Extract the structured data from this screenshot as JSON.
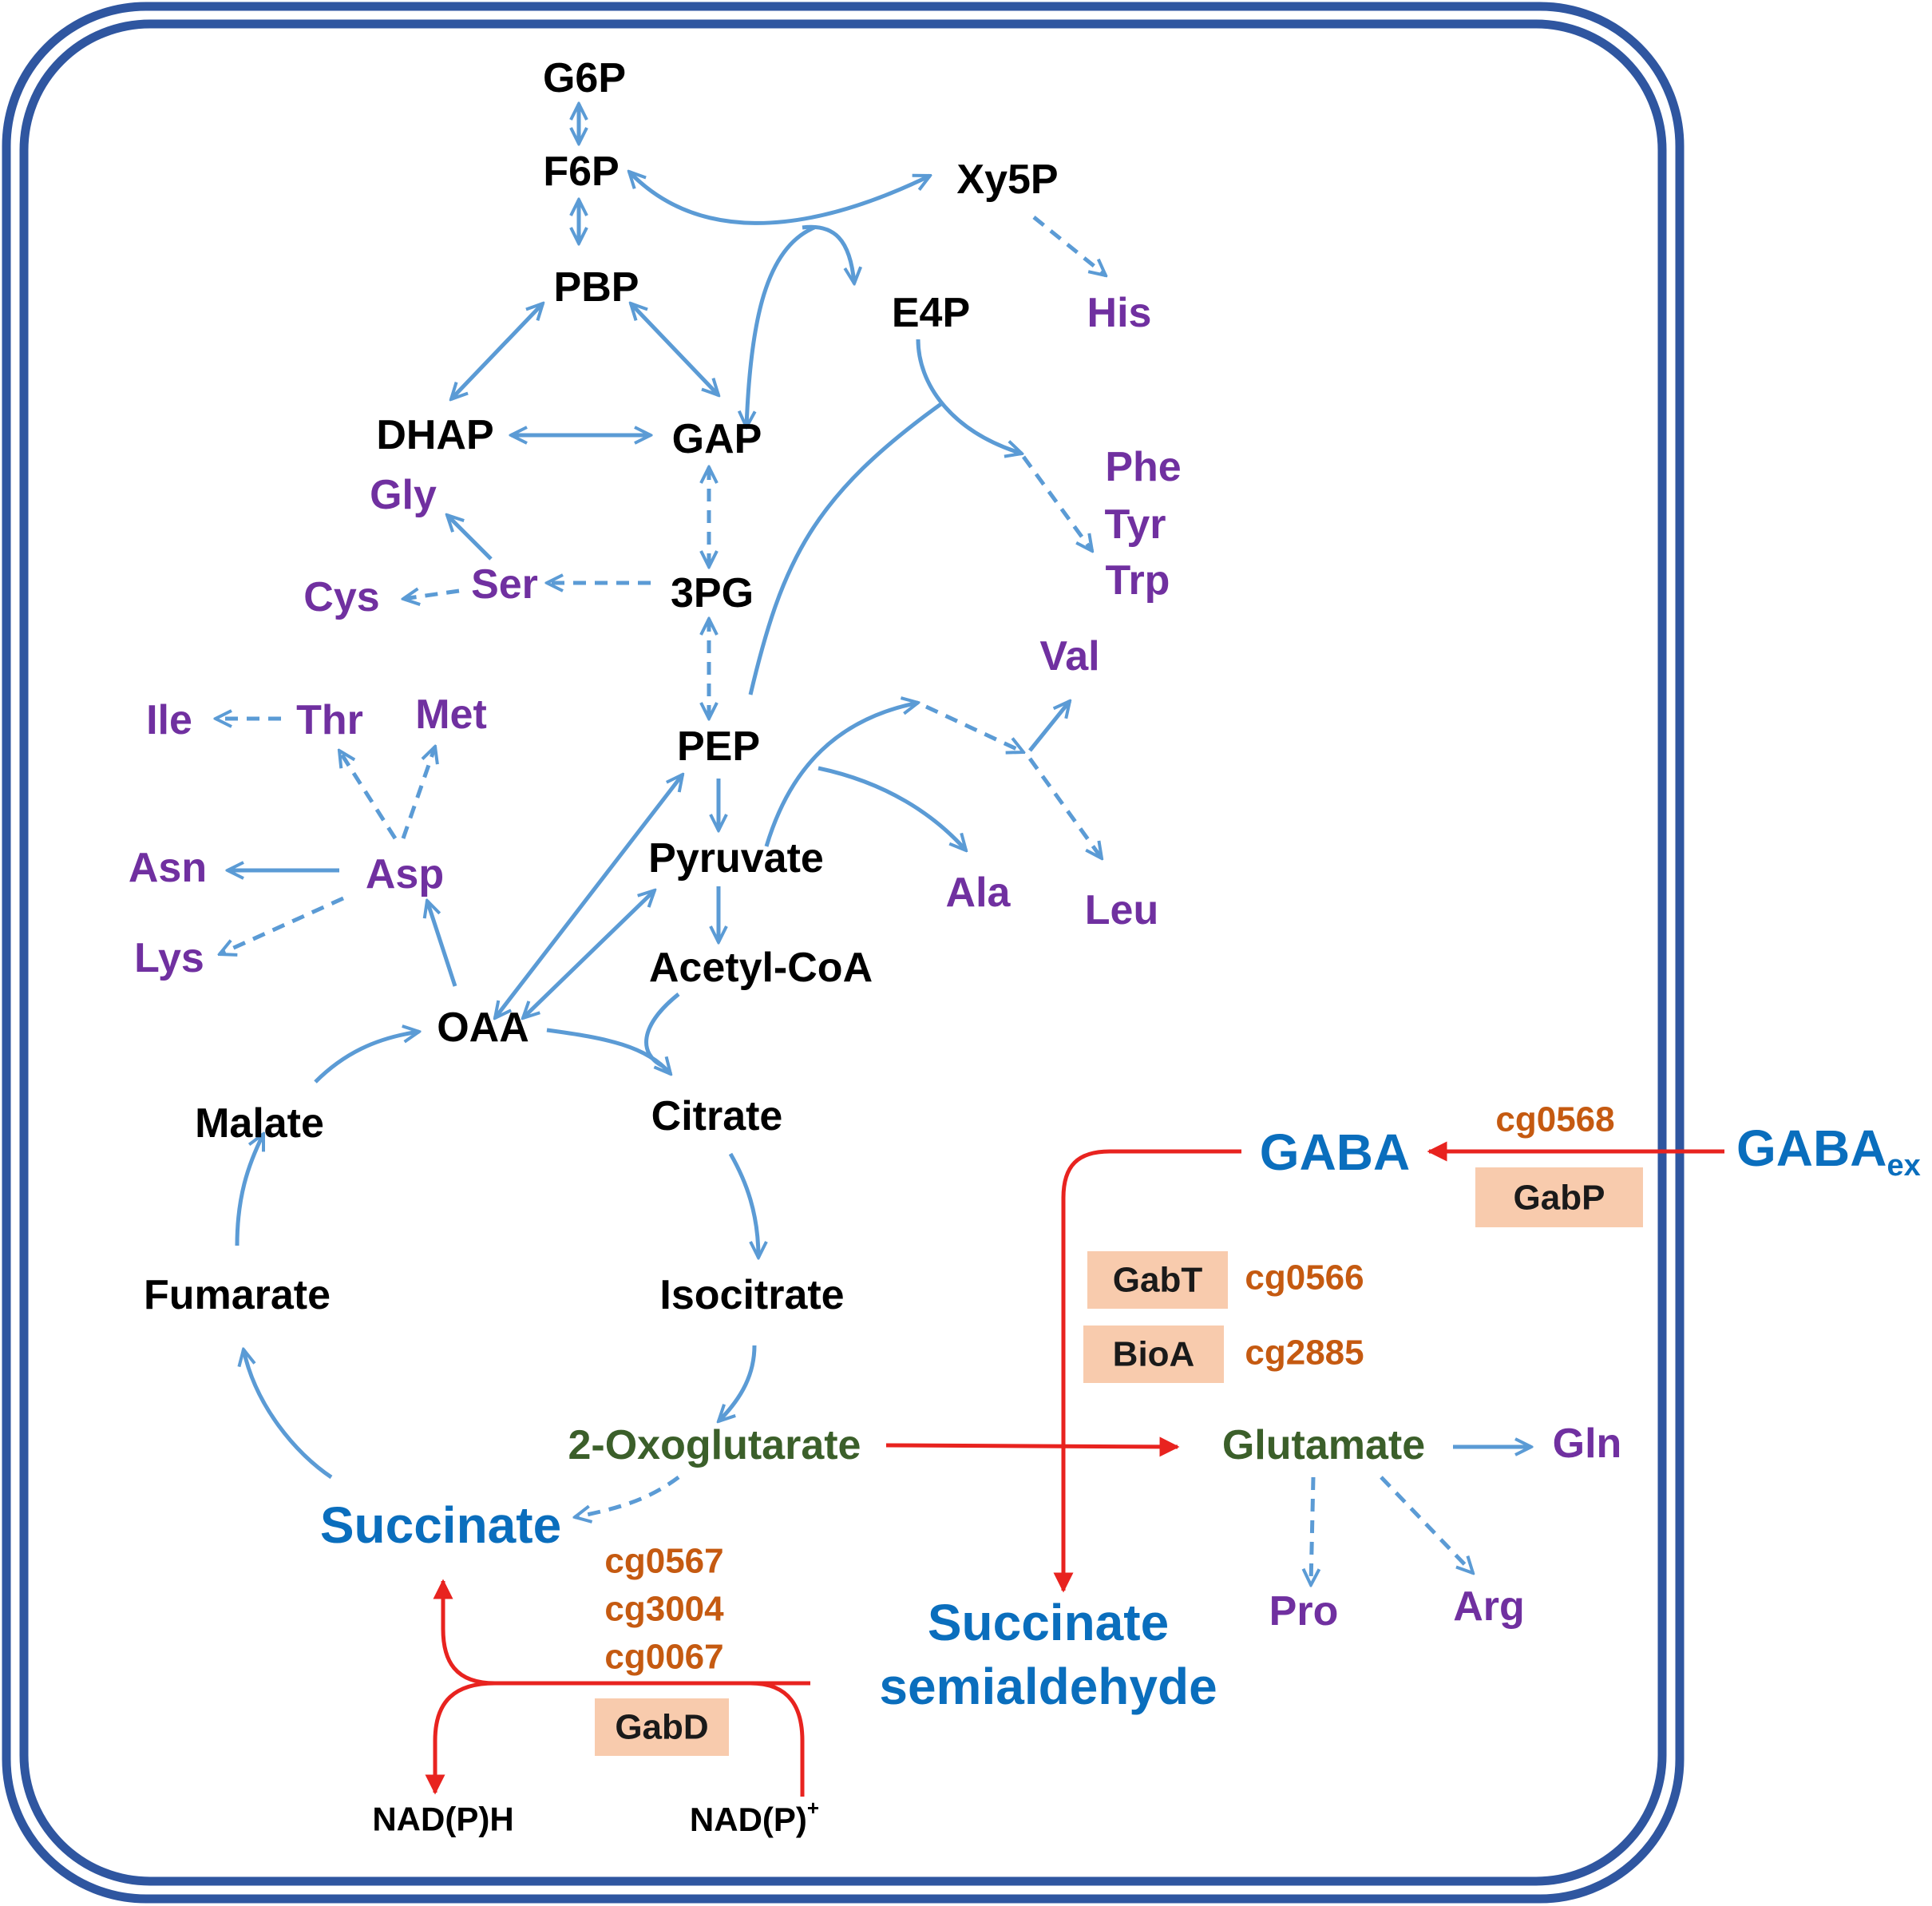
{
  "colors": {
    "border": "#2f56a0",
    "arrow": "#5b9bd5",
    "red_arrow": "#e8231f",
    "metabolite": "#000000",
    "amino_acid": "#7030a0",
    "gaba_pathway": "#0a6ebd",
    "glutamate_family": "#3b5f2a",
    "gene": "#c55a11",
    "enzyme_box": "#f8cbad"
  },
  "metabolites": {
    "g6p": "G6P",
    "f6p": "F6P",
    "xy5p": "Xy5P",
    "pbp": "PBP",
    "e4p": "E4P",
    "dhap": "DHAP",
    "gap": "GAP",
    "pg3": "3PG",
    "pep": "PEP",
    "pyruvate": "Pyruvate",
    "acetyl_coa": "Acetyl-CoA",
    "oaa": "OAA",
    "citrate": "Citrate",
    "malate": "Malate",
    "fumarate": "Fumarate",
    "isocitrate": "Isocitrate",
    "oxoglutarate": "2-Oxoglutarate",
    "glutamate": "Glutamate",
    "succinate": "Succinate",
    "gaba": "GABA",
    "gaba_ex": "GABA",
    "gaba_ex_sub": "ex",
    "ssa_line1": "Succinate",
    "ssa_line2": "semialdehyde",
    "nadph": "NAD(P)H",
    "nadp": "NAD(P)",
    "nadp_sup": "+"
  },
  "amino_acids": {
    "his": "His",
    "phe": "Phe",
    "tyr": "Tyr",
    "trp": "Trp",
    "gly": "Gly",
    "ser": "Ser",
    "cys": "Cys",
    "val": "Val",
    "ile": "Ile",
    "thr": "Thr",
    "met": "Met",
    "asn": "Asn",
    "asp": "Asp",
    "lys": "Lys",
    "ala": "Ala",
    "leu": "Leu",
    "gln": "Gln",
    "pro": "Pro",
    "arg": "Arg"
  },
  "genes": {
    "cg0568": "cg0568",
    "cg0566": "cg0566",
    "cg2885": "cg2885",
    "cg0567": "cg0567",
    "cg3004": "cg3004",
    "cg0067": "cg0067"
  },
  "enzymes": {
    "gabp": "GabP",
    "gabt": "GabT",
    "bioa": "BioA",
    "gabd": "GabD"
  }
}
